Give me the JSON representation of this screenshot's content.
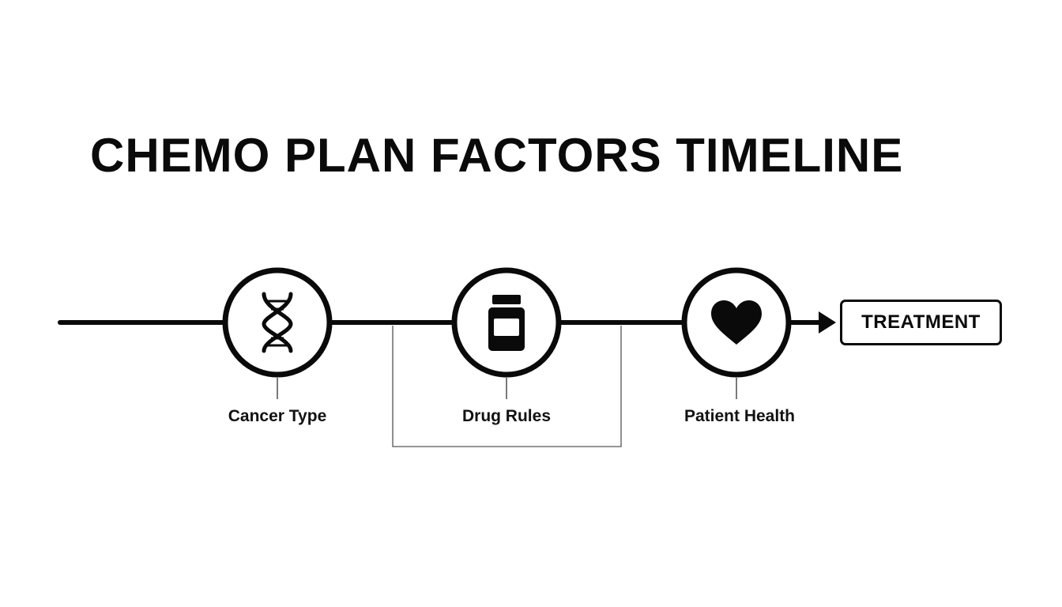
{
  "title": "CHEMO PLAN FACTORS TIMELINE",
  "steps": [
    {
      "label": "Cancer Type",
      "icon": "dna-icon"
    },
    {
      "label": "Drug Rules",
      "icon": "pill-bottle-icon"
    },
    {
      "label": "Patient Health",
      "icon": "heart-icon"
    }
  ],
  "end": {
    "label": "TREATMENT"
  },
  "colors": {
    "ink": "#0a0a0a",
    "background": "#ffffff"
  }
}
